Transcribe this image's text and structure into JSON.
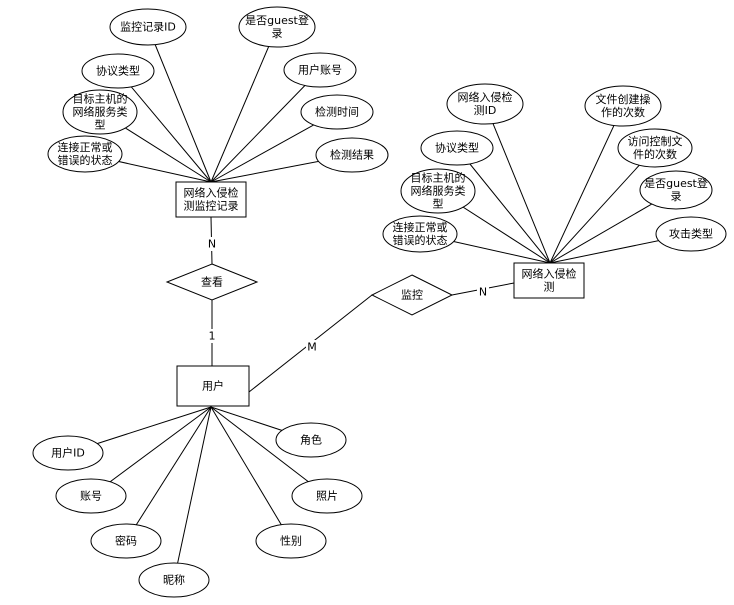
{
  "entities": [
    {
      "id": "record",
      "label_lines": [
        "网络入侵检",
        "测监控记录"
      ]
    },
    {
      "id": "detect",
      "label_lines": [
        "网络入侵检",
        "测"
      ]
    },
    {
      "id": "user",
      "label_lines": [
        "用户"
      ]
    }
  ],
  "relationships": [
    {
      "id": "view",
      "label": "查看"
    },
    {
      "id": "monitor",
      "label": "监控"
    }
  ],
  "attributes": [
    {
      "id": "r1",
      "entity": "record",
      "label_lines": [
        "监控记录ID"
      ]
    },
    {
      "id": "r2",
      "entity": "record",
      "label_lines": [
        "是否guest登",
        "录"
      ]
    },
    {
      "id": "r3",
      "entity": "record",
      "label_lines": [
        "协议类型"
      ]
    },
    {
      "id": "r4",
      "entity": "record",
      "label_lines": [
        "用户账号"
      ]
    },
    {
      "id": "r5",
      "entity": "record",
      "label_lines": [
        "目标主机的",
        "网络服务类",
        "型"
      ]
    },
    {
      "id": "r6",
      "entity": "record",
      "label_lines": [
        "检测时间"
      ]
    },
    {
      "id": "r7",
      "entity": "record",
      "label_lines": [
        "连接正常或",
        "错误的状态"
      ]
    },
    {
      "id": "r8",
      "entity": "record",
      "label_lines": [
        "检测结果"
      ]
    },
    {
      "id": "d1",
      "entity": "detect",
      "label_lines": [
        "网络入侵检",
        "测ID"
      ]
    },
    {
      "id": "d2",
      "entity": "detect",
      "label_lines": [
        "文件创建操",
        "作的次数"
      ]
    },
    {
      "id": "d3",
      "entity": "detect",
      "label_lines": [
        "协议类型"
      ]
    },
    {
      "id": "d4",
      "entity": "detect",
      "label_lines": [
        "访问控制文",
        "件的次数"
      ]
    },
    {
      "id": "d5",
      "entity": "detect",
      "label_lines": [
        "目标主机的",
        "网络服务类",
        "型"
      ]
    },
    {
      "id": "d6",
      "entity": "detect",
      "label_lines": [
        "是否guest登",
        "录"
      ]
    },
    {
      "id": "d7",
      "entity": "detect",
      "label_lines": [
        "连接正常或",
        "错误的状态"
      ]
    },
    {
      "id": "d8",
      "entity": "detect",
      "label_lines": [
        "攻击类型"
      ]
    },
    {
      "id": "u1",
      "entity": "user",
      "label_lines": [
        "用户ID"
      ]
    },
    {
      "id": "u2",
      "entity": "user",
      "label_lines": [
        "角色"
      ]
    },
    {
      "id": "u3",
      "entity": "user",
      "label_lines": [
        "账号"
      ]
    },
    {
      "id": "u4",
      "entity": "user",
      "label_lines": [
        "照片"
      ]
    },
    {
      "id": "u5",
      "entity": "user",
      "label_lines": [
        "密码"
      ]
    },
    {
      "id": "u6",
      "entity": "user",
      "label_lines": [
        "性别"
      ]
    },
    {
      "id": "u7",
      "entity": "user",
      "label_lines": [
        "昵称"
      ]
    }
  ],
  "connections": [
    {
      "from": "record",
      "to": "view",
      "cardinality": "N"
    },
    {
      "from": "view",
      "to": "user",
      "cardinality": "1"
    },
    {
      "from": "user",
      "to": "monitor",
      "cardinality": "M"
    },
    {
      "from": "monitor",
      "to": "detect",
      "cardinality": "N"
    }
  ]
}
